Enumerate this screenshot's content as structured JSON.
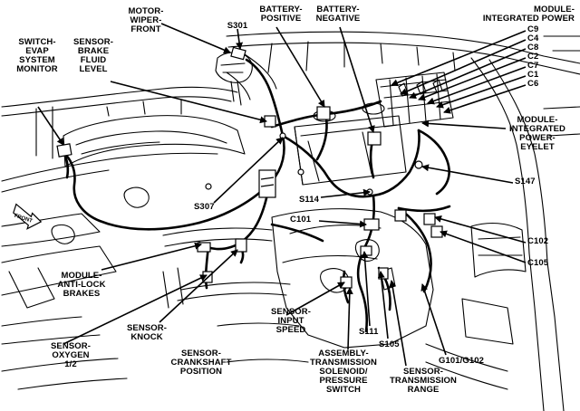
{
  "colors": {
    "ink": "#000000",
    "background": "#ffffff"
  },
  "icons": {
    "front_arrow": "front-direction-arrow-icon"
  },
  "front_arrow_text": "FRONT",
  "labels": {
    "switch_evap": "SWITCH-\nEVAP\nSYSTEM\nMONITOR",
    "sensor_brake_fluid": "SENSOR-\nBRAKE\nFLUID\nLEVEL",
    "motor_wiper": "MOTOR-\nWIPER-\nFRONT",
    "s301": "S301",
    "battery_positive": "BATTERY-\nPOSITIVE",
    "battery_negative": "BATTERY-\nNEGATIVE",
    "module_integrated_power": "MODULE-\nINTEGRATED POWER",
    "c9": "C9",
    "c4": "C4",
    "c8": "C8",
    "c2": "C2",
    "c7": "C7",
    "c1": "C1",
    "c6": "C6",
    "module_integrated_power_eyelet": "MODULE-\nINTEGRATED\nPOWER-\nEYELET",
    "s147": "S147",
    "s307": "S307",
    "s114": "S114",
    "c101": "C101",
    "c102": "C102",
    "c105": "C105",
    "module_abs": "MODULE-\nANTI-LOCK\nBRAKES",
    "sensor_knock": "SENSOR-\nKNOCK",
    "sensor_oxygen": "SENSOR-\nOXYGEN\n1/2",
    "sensor_crankshaft": "SENSOR-\nCRANKSHAFT\nPOSITION",
    "sensor_input_speed": "SENSOR-\nINPUT\nSPEED",
    "assembly_transmission": "ASSEMBLY-\nTRANSMISSION\nSOLENOID/\nPRESSURE\nSWITCH",
    "s111": "S111",
    "s105": "S105",
    "sensor_trans_range": "SENSOR-\nTRANSMISSION\nRANGE",
    "g101_g102": "G101/G102"
  }
}
